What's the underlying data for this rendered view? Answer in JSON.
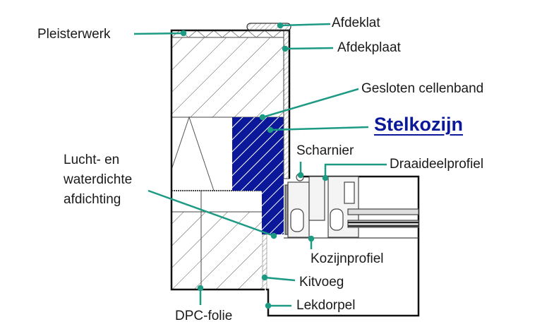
{
  "colors": {
    "leader": "#1c9a83",
    "stelkozijn": "#0a1899",
    "outline": "#111111"
  },
  "labels": {
    "pleisterwerk": "Pleisterwerk",
    "afdeklat": "Afdeklat",
    "afdekplaat": "Afdekplaat",
    "gesloten_cellenband": "Gesloten cellenband",
    "stelkozijn": "Stelkozijn",
    "scharnier": "Scharnier",
    "draaideelprofiel": "Draaideelprofiel",
    "afdichting": [
      "Lucht- en",
      "waterdichte",
      "afdichting"
    ],
    "kozijnprofiel": "Kozijnprofiel",
    "kitvoeg": "Kitvoeg",
    "lekdorpel": "Lekdorpel",
    "dpc_folie": "DPC-folie"
  }
}
